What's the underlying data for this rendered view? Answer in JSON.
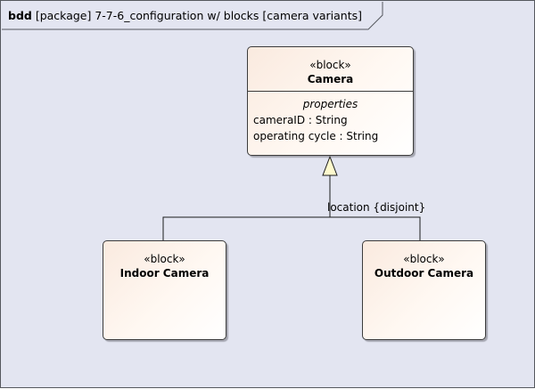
{
  "diagram": {
    "kind": "bdd",
    "header": "[package] 7-7-6_configuration w/ blocks [camera variants]"
  },
  "blocks": {
    "camera": {
      "stereotype": "«block»",
      "name": "Camera",
      "compartment_title": "properties",
      "properties": [
        "cameraID : String",
        "operating cycle : String"
      ]
    },
    "indoor": {
      "stereotype": "«block»",
      "name": "Indoor Camera"
    },
    "outdoor": {
      "stereotype": "«block»",
      "name": "Outdoor Camera"
    }
  },
  "generalization_set": {
    "label": "location {disjoint}"
  }
}
